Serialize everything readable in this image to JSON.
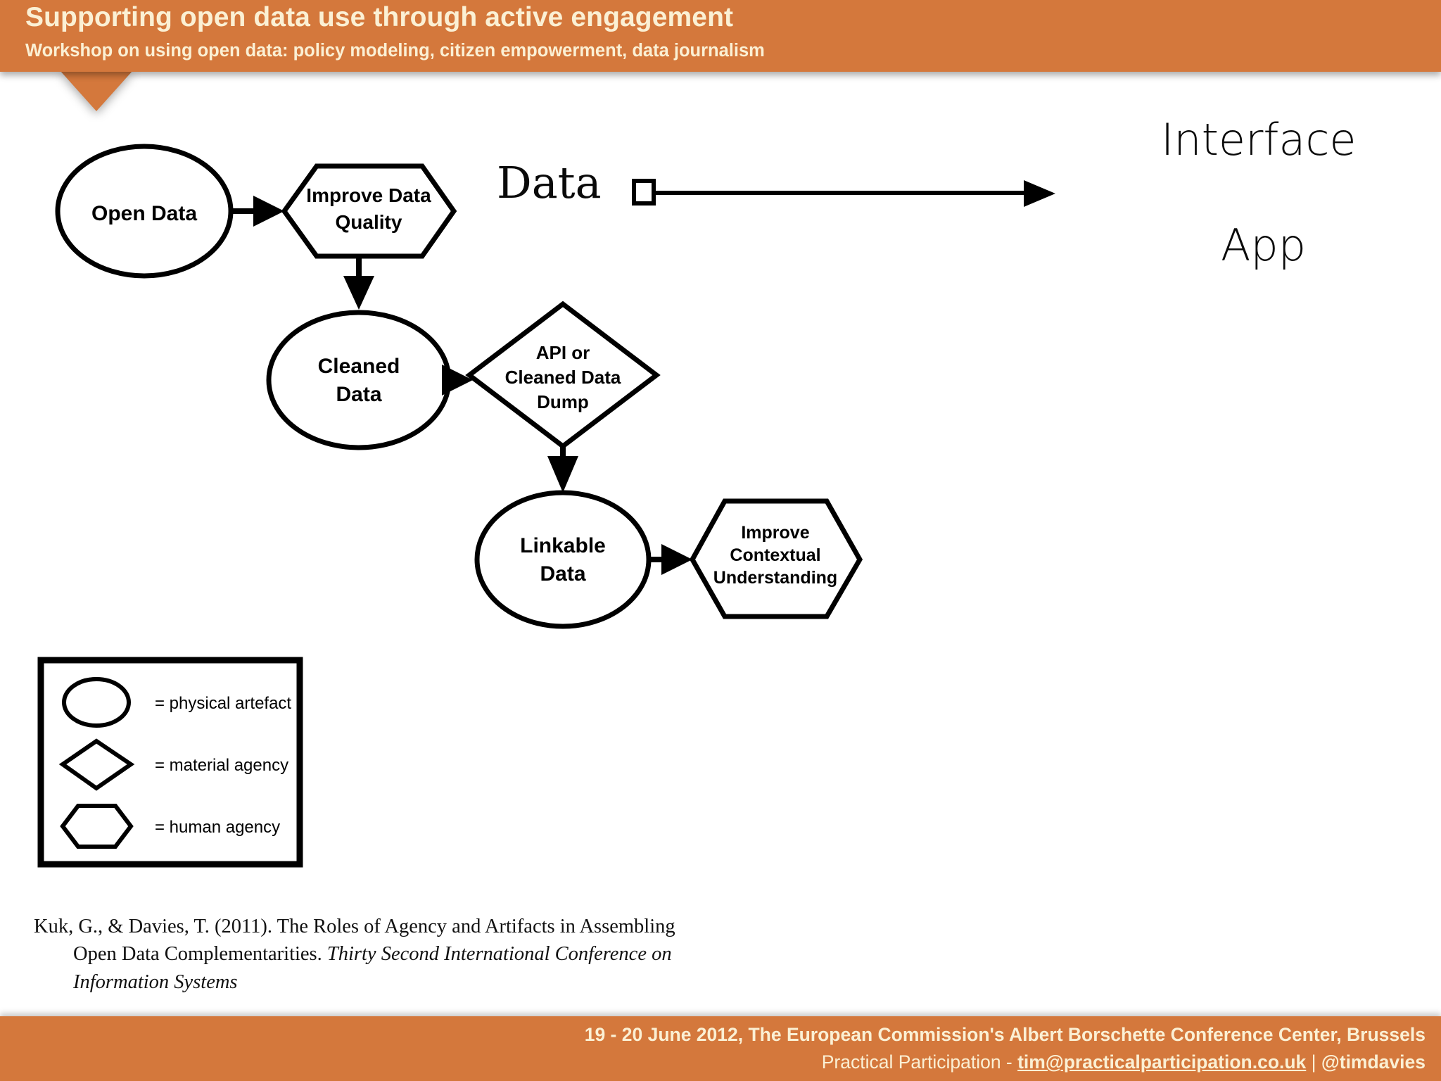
{
  "header": {
    "title": "Supporting open data use through active engagement",
    "subtitle": "Workshop on using open data: policy modeling, citizen empowerment, data journalism",
    "bar_color": "#d4783c",
    "text_color": "#fbf0d4"
  },
  "diagram": {
    "nodes": [
      {
        "id": "open-data",
        "shape": "ellipse",
        "label": "Open Data",
        "lines": [
          "Open Data"
        ]
      },
      {
        "id": "improve-data-quality",
        "shape": "hexagon",
        "label": "Improve Data Quality",
        "lines": [
          "Improve Data",
          "Quality"
        ]
      },
      {
        "id": "cleaned-data",
        "shape": "ellipse",
        "label": "Cleaned Data",
        "lines": [
          "Cleaned",
          "Data"
        ]
      },
      {
        "id": "api-or-cleaned-data-dump",
        "shape": "diamond",
        "label": "API or Cleaned Data Dump",
        "lines": [
          "API or",
          "Cleaned Data",
          "Dump"
        ]
      },
      {
        "id": "linkable-data",
        "shape": "ellipse",
        "label": "Linkable Data",
        "lines": [
          "Linkable",
          "Data"
        ]
      },
      {
        "id": "improve-contextual-understanding",
        "shape": "hexagon",
        "label": "Improve Contextual Understanding",
        "lines": [
          "Improve",
          "Contextual",
          "Understanding"
        ]
      }
    ],
    "edges": [
      {
        "from": "open-data",
        "to": "improve-data-quality"
      },
      {
        "from": "improve-data-quality",
        "to": "cleaned-data"
      },
      {
        "from": "cleaned-data",
        "to": "api-or-cleaned-data-dump"
      },
      {
        "from": "api-or-cleaned-data-dump",
        "to": "linkable-data"
      },
      {
        "from": "linkable-data",
        "to": "improve-contextual-understanding"
      }
    ]
  },
  "annotation": {
    "data_label": "Data",
    "interface_label": "Interface",
    "app_label": "App"
  },
  "legend": {
    "items": [
      {
        "shape": "ellipse",
        "text": "= physical artefact"
      },
      {
        "shape": "diamond",
        "text": "= material agency"
      },
      {
        "shape": "hexagon",
        "text": "= human agency"
      }
    ]
  },
  "citation": {
    "line1": "Kuk, G., & Davies, T. (2011). The Roles of Agency and Artifacts in Assembling",
    "line2_plain": "Open Data Complementarities. ",
    "line2_italic": "Thirty Second International Conference on",
    "line3_italic": "Information Systems"
  },
  "footer": {
    "line1": "19 - 20 June 2012, The European Commission's Albert Borschette Conference Center, Brussels",
    "line2_prefix": "Practical Participation - ",
    "line2_email": "tim@practicalparticipation.co.uk",
    "line2_separator": " | ",
    "line2_handle": "@timdavies",
    "bar_color": "#d4783c",
    "text_color": "#fbf0d4"
  }
}
